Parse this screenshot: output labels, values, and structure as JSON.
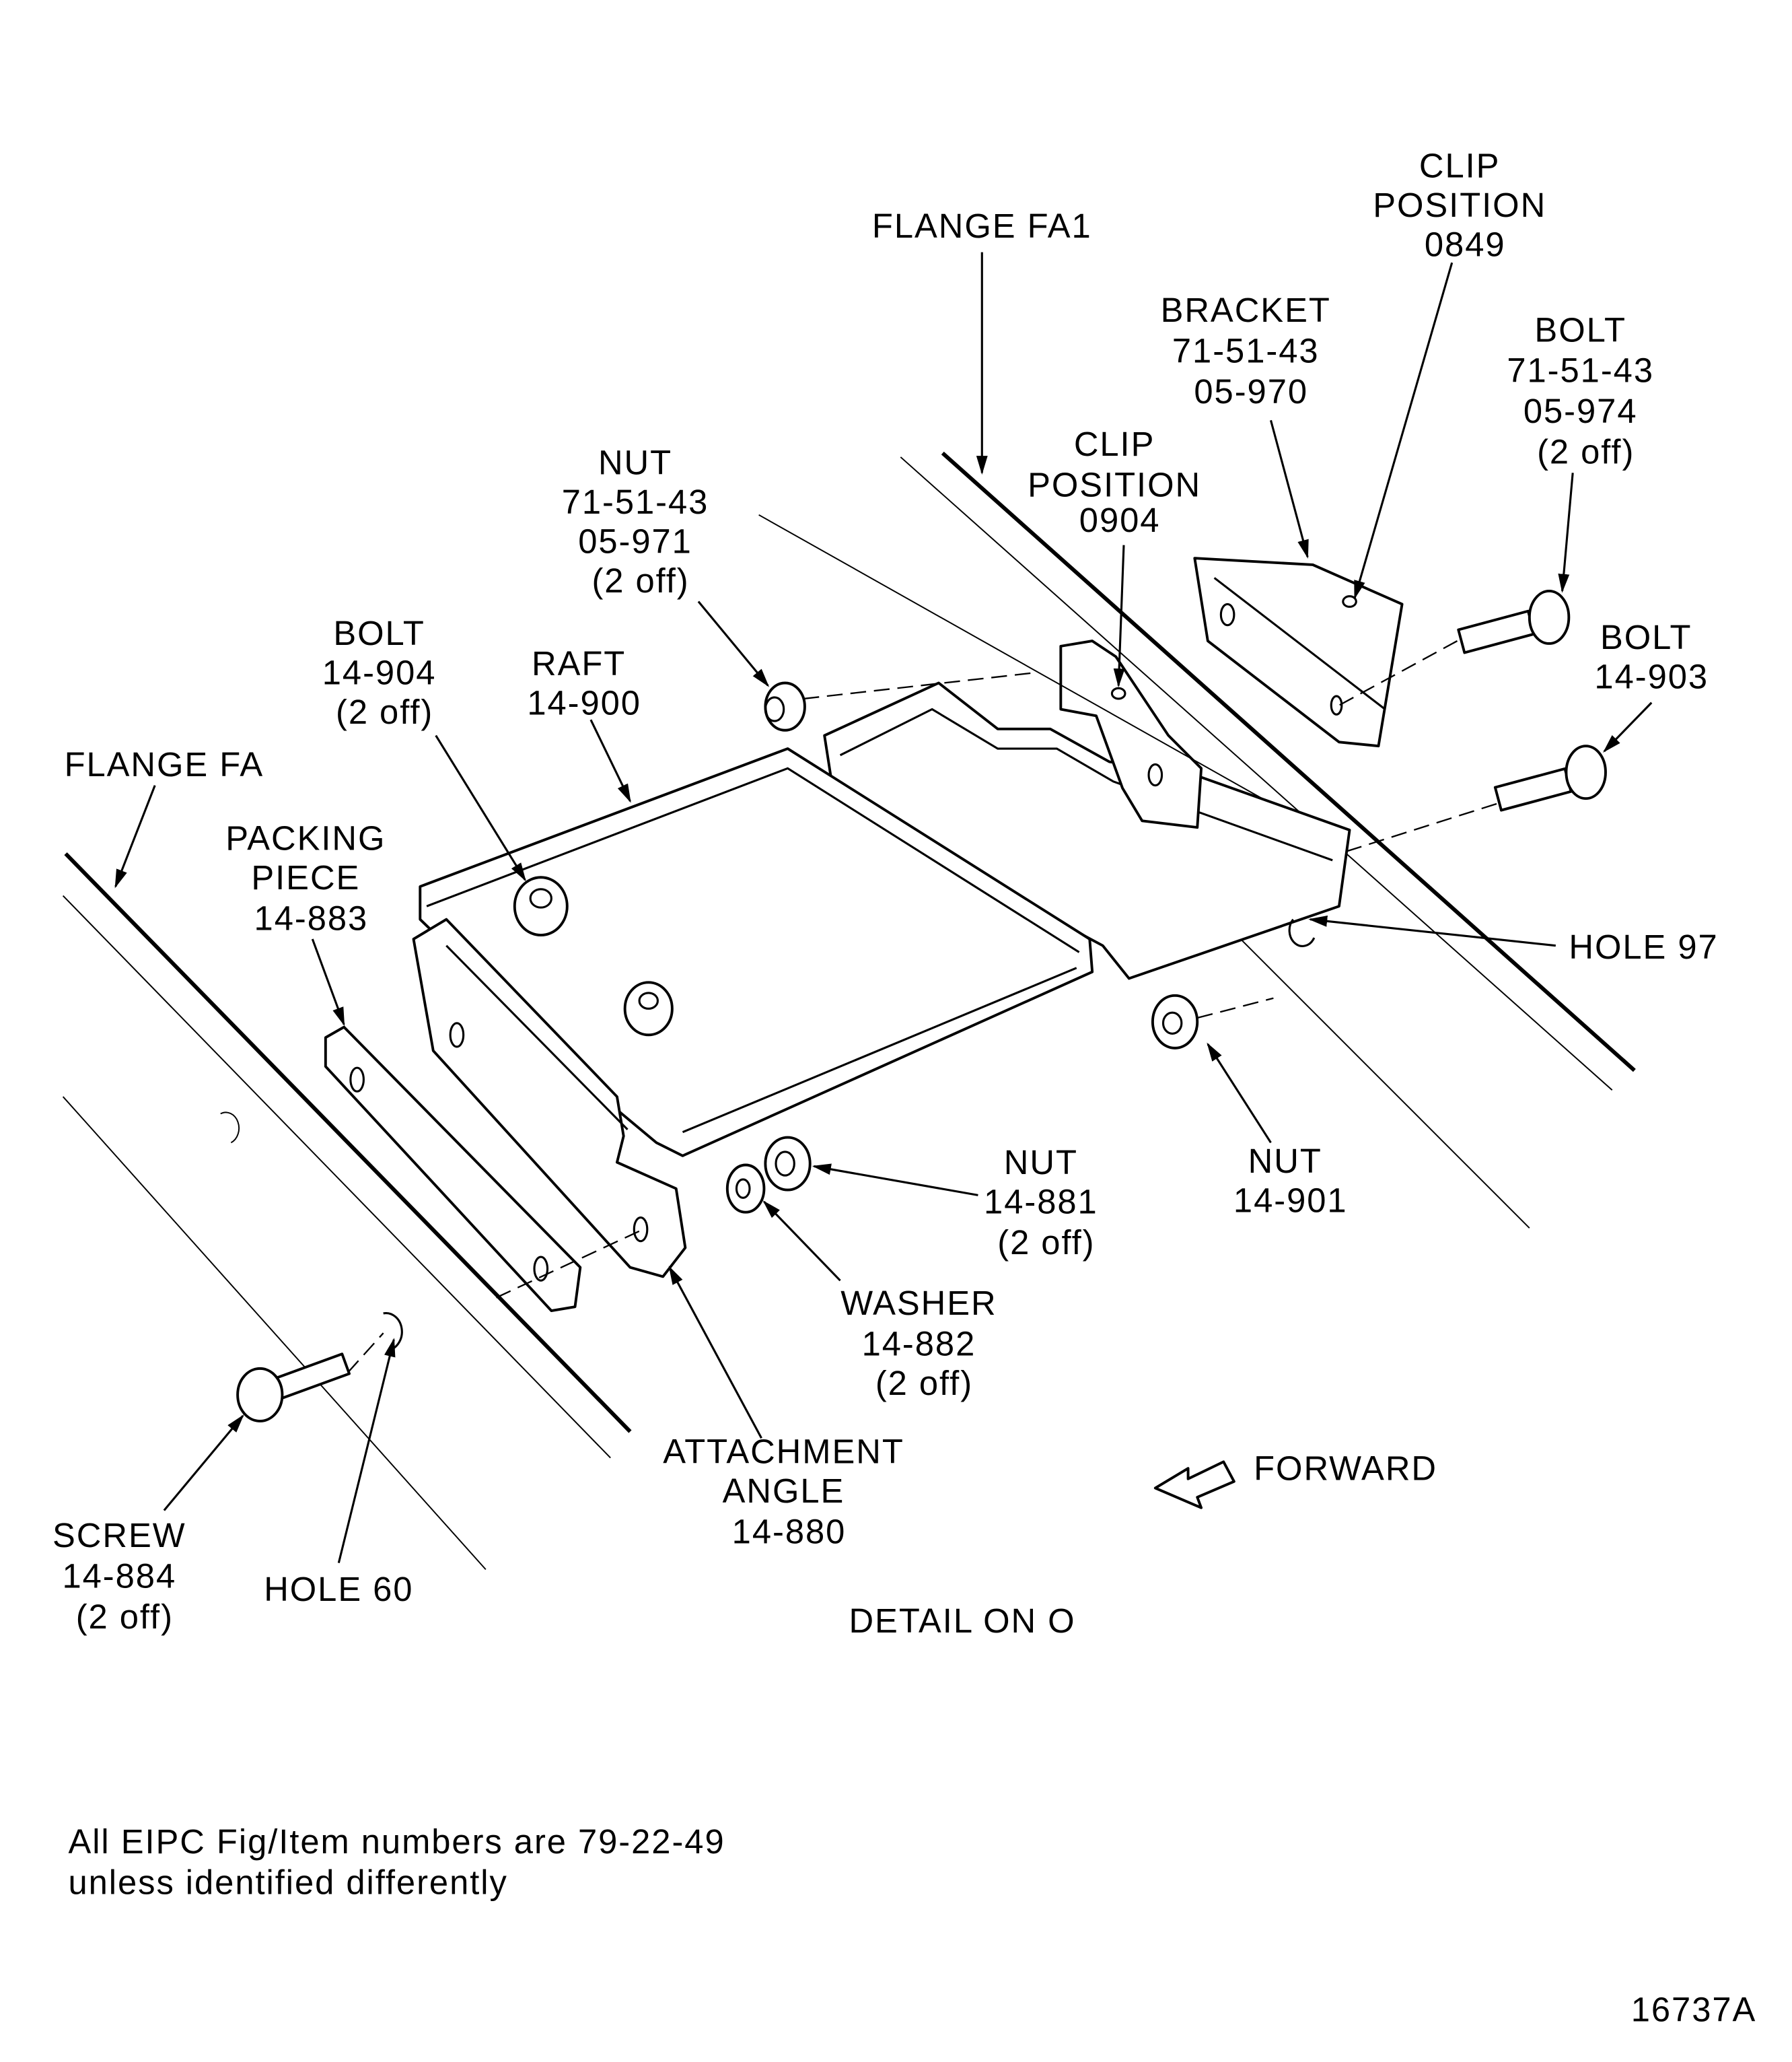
{
  "labels": {
    "flange_fa1": "FLANGE FA1",
    "clip_0849": [
      "CLIP",
      "POSITION",
      "0849"
    ],
    "bracket": [
      "BRACKET",
      "71-51-43",
      "05-970"
    ],
    "bolt_974": [
      "BOLT",
      "71-51-43",
      "05-974",
      "(2 off)"
    ],
    "clip_0904": [
      "CLIP",
      "POSITION",
      "0904"
    ],
    "nut_971": [
      "NUT",
      "71-51-43",
      "05-971",
      "(2 off)"
    ],
    "bolt_903": [
      "BOLT",
      "14-903"
    ],
    "bolt_904": [
      "BOLT",
      "14-904",
      "(2 off)"
    ],
    "raft": [
      "RAFT",
      "14-900"
    ],
    "flange_fa": "FLANGE FA",
    "packing": [
      "PACKING",
      "PIECE",
      "14-883"
    ],
    "hole_97": "HOLE 97",
    "nut_901": [
      "NUT",
      "14-901"
    ],
    "nut_881": [
      "NUT",
      "14-881",
      "(2 off)"
    ],
    "washer": [
      "WASHER",
      "14-882",
      "(2 off)"
    ],
    "attachment": [
      "ATTACHMENT",
      "ANGLE",
      "14-880"
    ],
    "forward": "FORWARD",
    "screw": [
      "SCREW",
      "14-884",
      "(2 off)"
    ],
    "hole_60": "HOLE 60",
    "detail": "DETAIL ON O"
  },
  "footnote": [
    "All EIPC Fig/Item numbers are 79-22-49",
    "unless identified differently"
  ],
  "figure_number": "16737A",
  "icons": {
    "forward_arrow": "hollow-arrow-left"
  }
}
